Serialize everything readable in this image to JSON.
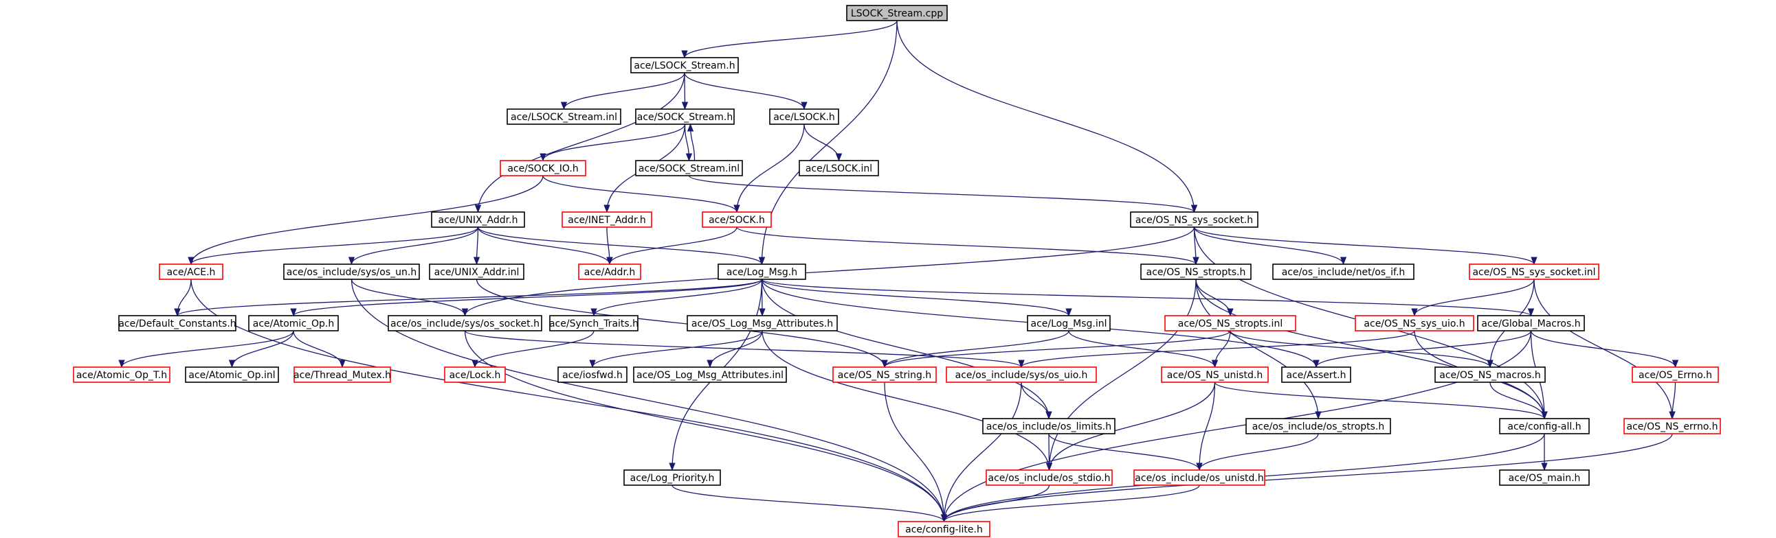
{
  "colors": {
    "edge": "#191970",
    "border_default": "#000000",
    "border_missing": "#ff0000",
    "root_fill": "#bfbfbf",
    "node_fill": "#ffffff"
  },
  "nodes": {
    "lsock_stream_cpp": {
      "label": "LSOCK_Stream.cpp",
      "kind": "root"
    },
    "lsock_stream_h": {
      "label": "ace/LSOCK_Stream.h",
      "kind": "normal"
    },
    "lsock_stream_inl": {
      "label": "ace/LSOCK_Stream.inl",
      "kind": "normal"
    },
    "sock_stream_h": {
      "label": "ace/SOCK_Stream.h",
      "kind": "normal"
    },
    "lsock_h": {
      "label": "ace/LSOCK.h",
      "kind": "normal"
    },
    "sock_io_h": {
      "label": "ace/SOCK_IO.h",
      "kind": "missing"
    },
    "sock_stream_inl": {
      "label": "ace/SOCK_Stream.inl",
      "kind": "normal"
    },
    "lsock_inl": {
      "label": "ace/LSOCK.inl",
      "kind": "normal"
    },
    "unix_addr_h": {
      "label": "ace/UNIX_Addr.h",
      "kind": "normal"
    },
    "inet_addr_h": {
      "label": "ace/INET_Addr.h",
      "kind": "missing"
    },
    "sock_h": {
      "label": "ace/SOCK.h",
      "kind": "missing"
    },
    "os_ns_sys_socket_h": {
      "label": "ace/OS_NS_sys_socket.h",
      "kind": "normal"
    },
    "ace_h": {
      "label": "ace/ACE.h",
      "kind": "missing"
    },
    "os_sys_un_h": {
      "label": "ace/os_include/sys/os_un.h",
      "kind": "normal"
    },
    "unix_addr_inl": {
      "label": "ace/UNIX_Addr.inl",
      "kind": "normal"
    },
    "addr_h": {
      "label": "ace/Addr.h",
      "kind": "missing"
    },
    "log_msg_h": {
      "label": "ace/Log_Msg.h",
      "kind": "normal"
    },
    "os_ns_stropts_h": {
      "label": "ace/OS_NS_stropts.h",
      "kind": "normal"
    },
    "os_net_if_h": {
      "label": "ace/os_include/net/os_if.h",
      "kind": "normal"
    },
    "os_ns_sys_socket_inl": {
      "label": "ace/OS_NS_sys_socket.inl",
      "kind": "missing"
    },
    "default_constants_h": {
      "label": "ace/Default_Constants.h",
      "kind": "normal"
    },
    "atomic_op_h": {
      "label": "ace/Atomic_Op.h",
      "kind": "normal"
    },
    "os_sys_socket_h": {
      "label": "ace/os_include/sys/os_socket.h",
      "kind": "normal"
    },
    "synch_traits_h": {
      "label": "ace/Synch_Traits.h",
      "kind": "normal"
    },
    "os_log_msg_attributes_h": {
      "label": "ace/OS_Log_Msg_Attributes.h",
      "kind": "normal"
    },
    "log_msg_inl": {
      "label": "ace/Log_Msg.inl",
      "kind": "normal"
    },
    "os_ns_stropts_inl": {
      "label": "ace/OS_NS_stropts.inl",
      "kind": "missing"
    },
    "os_ns_sys_uio_h": {
      "label": "ace/OS_NS_sys_uio.h",
      "kind": "missing"
    },
    "global_macros_h": {
      "label": "ace/Global_Macros.h",
      "kind": "normal"
    },
    "atomic_op_t_h": {
      "label": "ace/Atomic_Op_T.h",
      "kind": "missing"
    },
    "atomic_op_inl": {
      "label": "ace/Atomic_Op.inl",
      "kind": "normal"
    },
    "thread_mutex_h": {
      "label": "ace/Thread_Mutex.h",
      "kind": "missing"
    },
    "lock_h": {
      "label": "ace/Lock.h",
      "kind": "missing"
    },
    "iosfwd_h": {
      "label": "ace/iosfwd.h",
      "kind": "normal"
    },
    "os_log_msg_attributes_inl": {
      "label": "ace/OS_Log_Msg_Attributes.inl",
      "kind": "normal"
    },
    "os_ns_string_h": {
      "label": "ace/OS_NS_string.h",
      "kind": "missing"
    },
    "os_sys_uio_h": {
      "label": "ace/os_include/sys/os_uio.h",
      "kind": "missing"
    },
    "os_ns_unistd_h": {
      "label": "ace/OS_NS_unistd.h",
      "kind": "missing"
    },
    "assert_h": {
      "label": "ace/Assert.h",
      "kind": "normal"
    },
    "os_ns_macros_h": {
      "label": "ace/OS_NS_macros.h",
      "kind": "normal"
    },
    "os_errno_h": {
      "label": "ace/OS_Errno.h",
      "kind": "missing"
    },
    "os_limits_h": {
      "label": "ace/os_include/os_limits.h",
      "kind": "normal"
    },
    "os_stropts_h": {
      "label": "ace/os_include/os_stropts.h",
      "kind": "normal"
    },
    "config_all_h": {
      "label": "ace/config-all.h",
      "kind": "normal"
    },
    "os_ns_errno_h": {
      "label": "ace/OS_NS_errno.h",
      "kind": "missing"
    },
    "log_priority_h": {
      "label": "ace/Log_Priority.h",
      "kind": "normal"
    },
    "os_stdio_h": {
      "label": "ace/os_include/os_stdio.h",
      "kind": "missing"
    },
    "os_unistd_h": {
      "label": "ace/os_include/os_unistd.h",
      "kind": "missing"
    },
    "os_main_h": {
      "label": "ace/OS_main.h",
      "kind": "normal"
    },
    "config_lite_h": {
      "label": "ace/config-lite.h",
      "kind": "missing"
    }
  },
  "edges": [
    [
      "lsock_stream_cpp",
      "lsock_stream_h"
    ],
    [
      "lsock_stream_cpp",
      "log_msg_h"
    ],
    [
      "lsock_stream_cpp",
      "os_ns_sys_socket_h"
    ],
    [
      "lsock_stream_h",
      "lsock_stream_inl"
    ],
    [
      "lsock_stream_h",
      "sock_stream_h"
    ],
    [
      "lsock_stream_h",
      "lsock_h"
    ],
    [
      "lsock_stream_h",
      "unix_addr_h"
    ],
    [
      "sock_stream_h",
      "sock_io_h"
    ],
    [
      "sock_stream_h",
      "sock_stream_inl"
    ],
    [
      "sock_stream_h",
      "inet_addr_h"
    ],
    [
      "sock_stream_inl",
      "sock_stream_h"
    ],
    [
      "sock_stream_inl",
      "os_ns_sys_socket_h"
    ],
    [
      "lsock_h",
      "lsock_inl"
    ],
    [
      "lsock_h",
      "sock_h"
    ],
    [
      "sock_io_h",
      "sock_h"
    ],
    [
      "sock_io_h",
      "ace_h"
    ],
    [
      "unix_addr_h",
      "ace_h"
    ],
    [
      "unix_addr_h",
      "os_sys_un_h"
    ],
    [
      "unix_addr_h",
      "unix_addr_inl"
    ],
    [
      "unix_addr_h",
      "addr_h"
    ],
    [
      "unix_addr_h",
      "log_msg_h"
    ],
    [
      "inet_addr_h",
      "addr_h"
    ],
    [
      "sock_h",
      "addr_h"
    ],
    [
      "sock_h",
      "os_ns_stropts_h"
    ],
    [
      "os_ns_sys_socket_h",
      "os_ns_stropts_h"
    ],
    [
      "os_ns_sys_socket_h",
      "os_net_if_h"
    ],
    [
      "os_ns_sys_socket_h",
      "os_ns_sys_socket_inl"
    ],
    [
      "os_ns_sys_socket_h",
      "os_sys_socket_h"
    ],
    [
      "os_ns_sys_socket_h",
      "config_all_h"
    ],
    [
      "ace_h",
      "default_constants_h"
    ],
    [
      "ace_h",
      "config_lite_h"
    ],
    [
      "os_sys_un_h",
      "os_sys_socket_h"
    ],
    [
      "os_sys_un_h",
      "config_lite_h"
    ],
    [
      "unix_addr_inl",
      "os_ns_string_h"
    ],
    [
      "log_msg_h",
      "default_constants_h"
    ],
    [
      "log_msg_h",
      "atomic_op_h"
    ],
    [
      "log_msg_h",
      "synch_traits_h"
    ],
    [
      "log_msg_h",
      "os_log_msg_attributes_h"
    ],
    [
      "log_msg_h",
      "log_msg_inl"
    ],
    [
      "log_msg_h",
      "log_priority_h"
    ],
    [
      "log_msg_h",
      "assert_h"
    ],
    [
      "log_msg_h",
      "global_macros_h"
    ],
    [
      "log_msg_h",
      "os_limits_h"
    ],
    [
      "os_ns_stropts_h",
      "os_ns_stropts_inl"
    ],
    [
      "os_ns_stropts_h",
      "os_stropts_h"
    ],
    [
      "os_ns_stropts_h",
      "os_stdio_h"
    ],
    [
      "os_ns_stropts_h",
      "config_all_h"
    ],
    [
      "os_ns_sys_socket_inl",
      "os_ns_sys_uio_h"
    ],
    [
      "os_ns_sys_socket_inl",
      "os_ns_macros_h"
    ],
    [
      "os_ns_sys_socket_inl",
      "os_ns_errno_h"
    ],
    [
      "atomic_op_h",
      "atomic_op_t_h"
    ],
    [
      "atomic_op_h",
      "atomic_op_inl"
    ],
    [
      "atomic_op_h",
      "thread_mutex_h"
    ],
    [
      "os_sys_socket_h",
      "os_sys_uio_h"
    ],
    [
      "os_sys_socket_h",
      "config_lite_h"
    ],
    [
      "synch_traits_h",
      "lock_h"
    ],
    [
      "os_log_msg_attributes_h",
      "iosfwd_h"
    ],
    [
      "os_log_msg_attributes_h",
      "os_log_msg_attributes_inl"
    ],
    [
      "os_log_msg_attributes_h",
      "os_stdio_h"
    ],
    [
      "log_msg_inl",
      "os_ns_string_h"
    ],
    [
      "log_msg_inl",
      "os_ns_unistd_h"
    ],
    [
      "os_ns_stropts_inl",
      "os_ns_unistd_h"
    ],
    [
      "os_ns_stropts_inl",
      "os_ns_string_h"
    ],
    [
      "os_ns_stropts_inl",
      "os_ns_macros_h"
    ],
    [
      "os_ns_sys_uio_h",
      "os_sys_uio_h"
    ],
    [
      "os_ns_sys_uio_h",
      "config_all_h"
    ],
    [
      "global_macros_h",
      "assert_h"
    ],
    [
      "global_macros_h",
      "os_errno_h"
    ],
    [
      "global_macros_h",
      "config_all_h"
    ],
    [
      "global_macros_h",
      "config_lite_h"
    ],
    [
      "os_ns_string_h",
      "config_lite_h"
    ],
    [
      "os_sys_uio_h",
      "os_limits_h"
    ],
    [
      "os_sys_uio_h",
      "config_lite_h"
    ],
    [
      "os_ns_unistd_h",
      "os_unistd_h"
    ],
    [
      "os_ns_unistd_h",
      "os_stdio_h"
    ],
    [
      "os_ns_unistd_h",
      "config_all_h"
    ],
    [
      "os_ns_macros_h",
      "config_all_h"
    ],
    [
      "os_errno_h",
      "os_ns_errno_h"
    ],
    [
      "os_limits_h",
      "os_stdio_h"
    ],
    [
      "os_limits_h",
      "os_unistd_h"
    ],
    [
      "os_stropts_h",
      "os_unistd_h"
    ],
    [
      "config_all_h",
      "os_main_h"
    ],
    [
      "config_all_h",
      "config_lite_h"
    ],
    [
      "os_ns_errno_h",
      "config_lite_h"
    ],
    [
      "log_priority_h",
      "config_lite_h"
    ],
    [
      "os_stdio_h",
      "config_lite_h"
    ],
    [
      "os_unistd_h",
      "config_lite_h"
    ]
  ]
}
